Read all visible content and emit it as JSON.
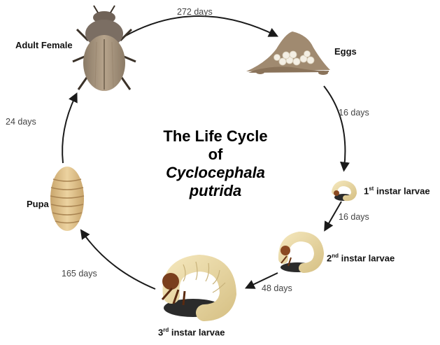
{
  "title": {
    "line1": "The Life Cycle",
    "line2": "of",
    "line3": "Cyclocephala",
    "line4": "putrida"
  },
  "stages": {
    "adult": "Adult Female",
    "eggs": "Eggs",
    "instar1": {
      "num": "1",
      "sup": "st",
      "text": "instar larvae"
    },
    "instar2": {
      "num": "2",
      "sup": "nd",
      "text": "instar larvae"
    },
    "instar3": {
      "num": "3",
      "sup": "rd",
      "text": "instar larvae"
    },
    "pupa": "Pupa"
  },
  "durations": {
    "adult_to_eggs": "272 days",
    "eggs_to_instar1": "16 days",
    "instar1_to_instar2": "16 days",
    "instar2_to_instar3": "48 days",
    "instar3_to_pupa": "165 days",
    "pupa_to_adult": "24 days"
  }
}
